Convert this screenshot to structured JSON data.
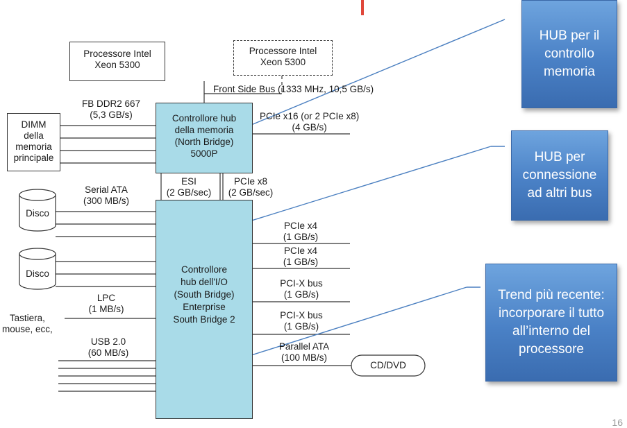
{
  "nodes": {
    "cpu1": "Processore Intel\nXeon 5300",
    "cpu2": "Processore Intel\nXeon 5300",
    "north_bridge": "Controllore hub\ndella memoria\n(North Bridge)\n5000P",
    "south_bridge": "Controllore\nhub dell'I/O\n(South Bridge)\nEnterprise\nSouth Bridge 2",
    "dimm": "DIMM\ndella\nmemoria\nprincipale",
    "disk1": "Disco",
    "disk2": "Disco",
    "cddvd": "CD/DVD"
  },
  "labels": {
    "fsb": "Front Side Bus (1333 MHz, 10,5 GB/s)",
    "fbddr": "FB DDR2 667\n(5,3 GB/s)",
    "pcie16": "PCIe x16 (or 2 PCIe x8)\n(4 GB/s)",
    "esi": "ESI\n(2 GB/sec)",
    "pcie8": "PCIe x8\n(2 GB/sec)",
    "sata": "Serial ATA\n(300 MB/s)",
    "pcie4a": "PCIe x4\n(1 GB/s)",
    "pcie4b": "PCIe x4\n(1 GB/s)",
    "pcixa": "PCI-X bus\n(1 GB/s)",
    "pcixb": "PCI-X bus\n(1 GB/s)",
    "lpc": "LPC\n(1 MB/s)",
    "kbd": "Tastiera,\nmouse, ecc,",
    "usb": "USB 2.0\n(60 MB/s)",
    "pata": "Parallel ATA\n(100 MB/s)"
  },
  "callouts": {
    "memory_hub": "HUB per il controllo memoria",
    "bus_hub": "HUB per connessione ad altri bus",
    "trend": "Trend più recente: incorporare il tutto all’interno del processore"
  },
  "page_number": "16",
  "colors": {
    "hub_fill": "#a9dbe8",
    "callout_fill": "#4a81c6",
    "accent_red": "#e0473a"
  }
}
